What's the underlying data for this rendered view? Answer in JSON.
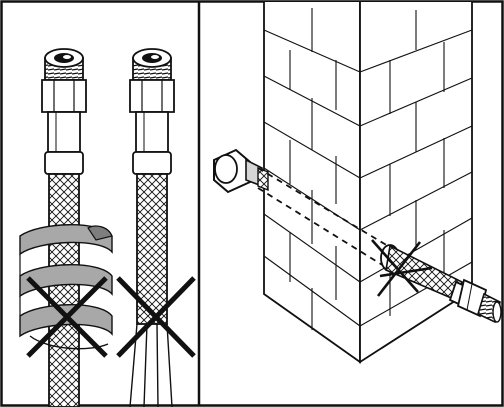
{
  "figure": {
    "panel_count": 2,
    "panels": [
      {
        "id": "hose-wrapping",
        "items": [
          {
            "name": "braided-hose-wrapped-with-tape",
            "status": "incorrect",
            "mark": "cross"
          },
          {
            "name": "braided-hose-plain",
            "status": "incorrect",
            "mark": "cross"
          }
        ]
      },
      {
        "id": "hose-through-wall",
        "items": [
          {
            "name": "hose-passed-through-brick-wall",
            "status": "incorrect",
            "mark": "cross"
          }
        ]
      }
    ]
  },
  "colors": {
    "line": "#111111",
    "tape": "#a8a8a8",
    "tape_dark": "#7e7e7e",
    "metal_shade": "#d6d6d6",
    "background": "#ffffff"
  },
  "icons": [
    "cross-mark-icon",
    "nut-icon",
    "threaded-end-icon"
  ]
}
